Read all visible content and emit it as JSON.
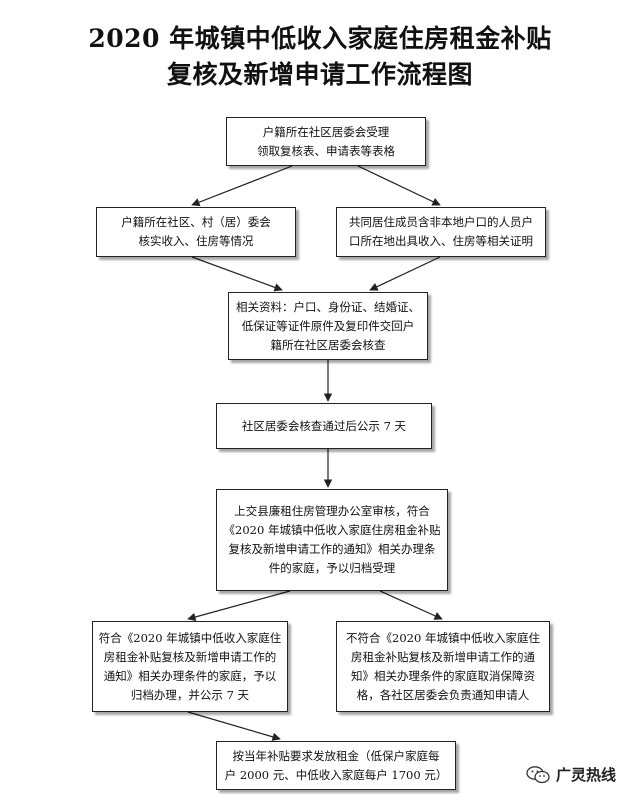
{
  "title": {
    "line1": "2020 年城镇中低收入家庭住房租金补贴",
    "line2": "复核及新增申请工作流程图"
  },
  "steps": {
    "receive": "户籍所在社区居委会受理\n领取复核表、申请表等表格",
    "verify_local": "户籍所在社区、村（居）委会\n核实收入、住房等情况",
    "verify_nonlocal": "共同居住成员含非本地户口的人员户\n口所在地出具收入、住房等相关证明",
    "materials": "相关资料：户口、身份证、结婚证、\n低保证等证件原件及复印件交回户\n籍所在社区居委会核查",
    "publicize": "社区居委会核查通过后公示 7 天",
    "county_review": "上交县廉租住房管理办公室审核，符合\n《2020 年城镇中低收入家庭住房租金补贴\n复核及新增申请工作的通知》相关办理条\n件的家庭，予以归档受理",
    "eligible": "符合《2020 年城镇中低收入家庭住\n房租金补贴复核及新增申请工作的\n通知》相关办理条件的家庭，予以\n归档办理，并公示 7 天",
    "ineligible": "不符合《2020 年城镇中低收入家庭住\n房租金补贴复核及新增申请工作的通\n知》相关办理条件的家庭取消保障资\n格，各社区居委会负责通知申请人",
    "payment": "按当年补贴要求发放租金（低保户家庭每\n户 2000 元、中低收入家庭每户 1700 元）"
  },
  "watermark": {
    "text": "广灵热线",
    "icon": "wechat-icon"
  }
}
